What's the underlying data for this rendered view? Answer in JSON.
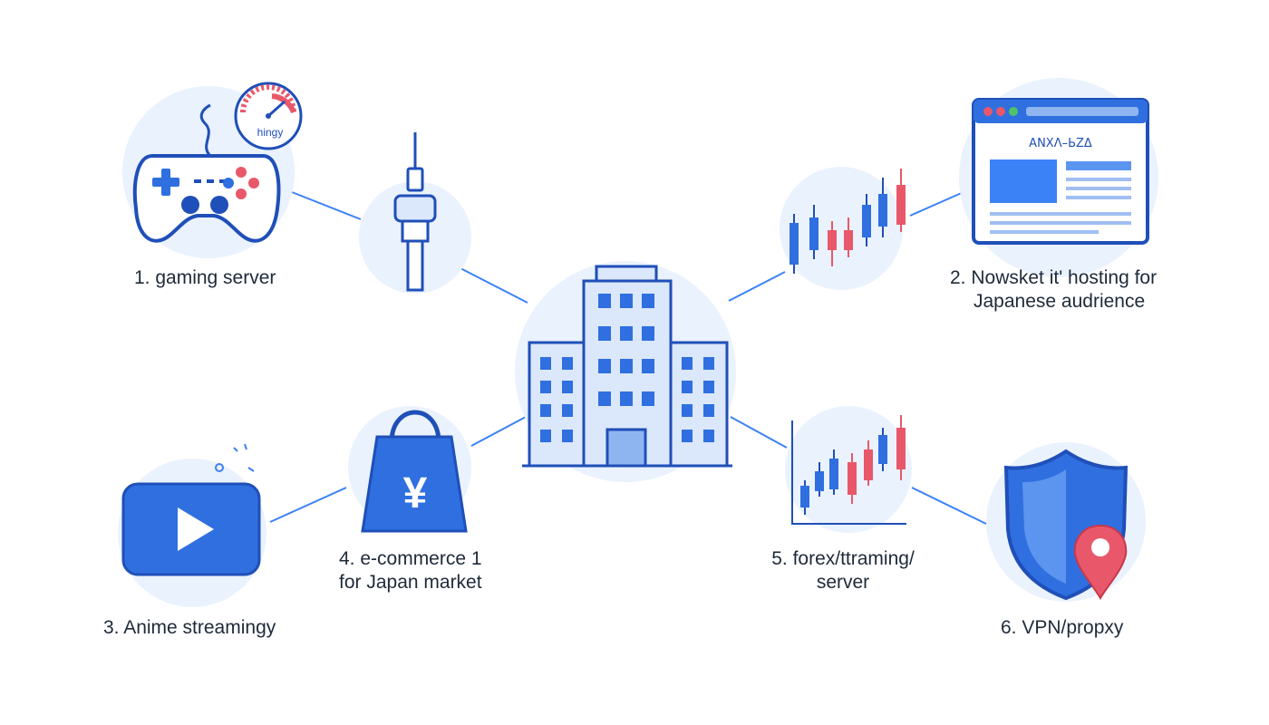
{
  "colors": {
    "primary": "#2f6fe0",
    "primary_dark": "#1f4fb8",
    "light_blue": "#e8f1fd",
    "accent_red": "#e8586a",
    "line": "#3b82f6"
  },
  "gauge": {
    "label": "hingy",
    "icon": "speedometer-icon"
  },
  "browser": {
    "heading": "ΑΝΧΛ–ЬΖΔ"
  },
  "items": [
    {
      "id": "gaming",
      "icon": "game-controller-icon",
      "lines": [
        "1. gaming server"
      ]
    },
    {
      "id": "hosting",
      "icon": "browser-window-icon",
      "lines": [
        "2. Nowsket it' hosting for",
        "Japanese audrience"
      ]
    },
    {
      "id": "anime",
      "icon": "play-button-icon",
      "lines": [
        "3. Anime streamingy"
      ]
    },
    {
      "id": "ecommerce",
      "icon": "shopping-bag-yen-icon",
      "lines": [
        "4. e-commerce 1",
        "for Japan market"
      ],
      "symbol": "¥"
    },
    {
      "id": "forex",
      "icon": "candlestick-chart-icon",
      "lines": [
        "5. forex/ttraming/",
        "server"
      ]
    },
    {
      "id": "vpn",
      "icon": "shield-location-icon",
      "lines": [
        "6. VPN/propxy"
      ]
    }
  ],
  "hub": {
    "icon": "office-building-icon"
  },
  "tower": {
    "icon": "tokyo-tower-icon"
  }
}
